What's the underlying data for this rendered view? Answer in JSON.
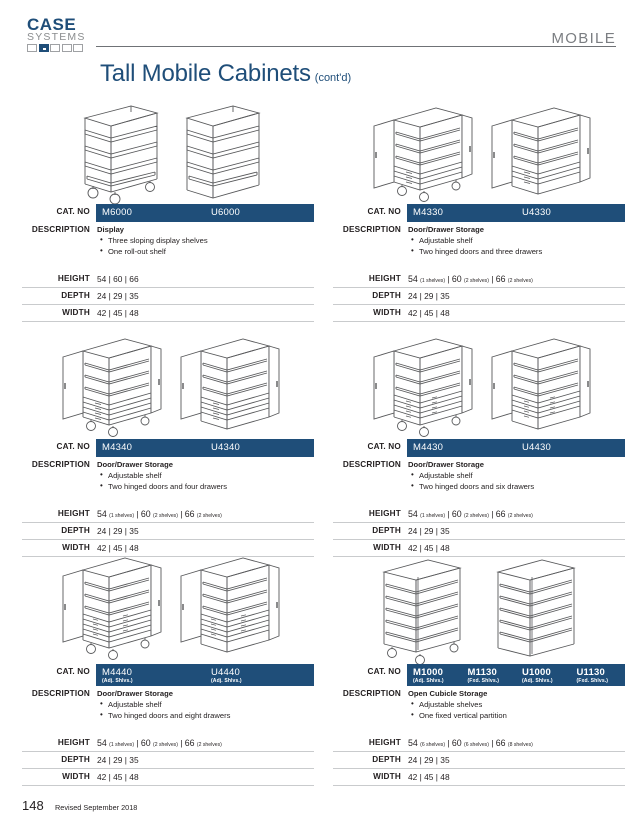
{
  "brand": {
    "name_top": "CASE",
    "name_bottom": "SYSTEMS"
  },
  "header": {
    "category_label": "MOBILE"
  },
  "title": {
    "main": "Tall Mobile Cabinets",
    "continued": "(cont'd)"
  },
  "labels": {
    "cat_no": "CAT. NO",
    "description": "DESCRIPTION",
    "height": "HEIGHT",
    "depth": "DEPTH",
    "width": "WIDTH"
  },
  "blocks": [
    {
      "id": "m6000",
      "cat_numbers": [
        {
          "code": "M6000",
          "note": ""
        },
        {
          "code": "U6000",
          "note": ""
        }
      ],
      "description_title": "Display",
      "description_bullets": [
        "Three sloping display shelves",
        "One roll-out shelf"
      ],
      "height": "54 | 60 | 66",
      "height_parts": [
        {
          "value": "54",
          "note": ""
        },
        {
          "value": "60",
          "note": ""
        },
        {
          "value": "66",
          "note": ""
        }
      ],
      "depth": "24 | 29 | 35",
      "width": "42 | 45 | 48",
      "art": "sloping-shelf-cabinet"
    },
    {
      "id": "m4330",
      "cat_numbers": [
        {
          "code": "M4330",
          "note": ""
        },
        {
          "code": "U4330",
          "note": ""
        }
      ],
      "description_title": "Door/Drawer Storage",
      "description_bullets": [
        "Adjustable shelf",
        "Two hinged doors and three drawers"
      ],
      "height": "54 (1 shelves) | 60 (2 shelves) | 66 (2 shelves)",
      "height_parts": [
        {
          "value": "54",
          "note": "(1 shelves)"
        },
        {
          "value": "60",
          "note": "(2 shelves)"
        },
        {
          "value": "66",
          "note": "(2 shelves)"
        }
      ],
      "depth": "24 | 29 | 35",
      "width": "42 | 45 | 48",
      "art": "door-drawer-cabinet-3"
    },
    {
      "id": "m4340",
      "cat_numbers": [
        {
          "code": "M4340",
          "note": ""
        },
        {
          "code": "U4340",
          "note": ""
        }
      ],
      "description_title": "Door/Drawer Storage",
      "description_bullets": [
        "Adjustable shelf",
        "Two hinged doors and four drawers"
      ],
      "height": "54 (1 shelves) | 60 (2 shelves) | 66 (2 shelves)",
      "height_parts": [
        {
          "value": "54",
          "note": "(1 shelves)"
        },
        {
          "value": "60",
          "note": "(2 shelves)"
        },
        {
          "value": "66",
          "note": "(2 shelves)"
        }
      ],
      "depth": "24 | 29 | 35",
      "width": "42 | 45 | 48",
      "art": "door-drawer-cabinet-4"
    },
    {
      "id": "m4430",
      "cat_numbers": [
        {
          "code": "M4430",
          "note": ""
        },
        {
          "code": "U4430",
          "note": ""
        }
      ],
      "description_title": "Door/Drawer Storage",
      "description_bullets": [
        "Adjustable shelf",
        "Two hinged doors and six drawers"
      ],
      "height": "54 (1 shelves) | 60 (2 shelves) | 66 (2 shelves)",
      "height_parts": [
        {
          "value": "54",
          "note": "(1 shelves)"
        },
        {
          "value": "60",
          "note": "(2 shelves)"
        },
        {
          "value": "66",
          "note": "(2 shelves)"
        }
      ],
      "depth": "24 | 29 | 35",
      "width": "42 | 45 | 48",
      "art": "door-drawer-cabinet-6"
    },
    {
      "id": "m4440",
      "cat_numbers": [
        {
          "code": "M4440",
          "note": "(Adj. Shlvs.)"
        },
        {
          "code": "U4440",
          "note": "(Adj. Shlvs.)"
        }
      ],
      "description_title": "Door/Drawer Storage",
      "description_bullets": [
        "Adjustable shelf",
        "Two hinged doors and eight drawers"
      ],
      "height": "54 (1 shelves) | 60 (2 shelves) | 66 (2 shelves)",
      "height_parts": [
        {
          "value": "54",
          "note": "(1 shelves)"
        },
        {
          "value": "60",
          "note": "(2 shelves)"
        },
        {
          "value": "66",
          "note": "(2 shelves)"
        }
      ],
      "depth": "24 | 29 | 35",
      "width": "42 | 45 | 48",
      "art": "door-drawer-cabinet-8"
    },
    {
      "id": "m1000",
      "cat_numbers": [
        {
          "code": "M1000",
          "note": "(Adj. Shlvs.)"
        },
        {
          "code": "M1130",
          "note": "(Fxd. Shlvs.)"
        },
        {
          "code": "U1000",
          "note": "(Adj. Shlvs.)"
        },
        {
          "code": "U1130",
          "note": "(Fxd. Shlvs.)"
        }
      ],
      "description_title": "Open Cubicle Storage",
      "description_bullets": [
        "Adjustable shelves",
        "One fixed vertical partition"
      ],
      "height": "54 (6 shelves) | 60 (6 shelves) | 66 (8 shelves)",
      "height_parts": [
        {
          "value": "54",
          "note": "(6 shelves)"
        },
        {
          "value": "60",
          "note": "(6 shelves)"
        },
        {
          "value": "66",
          "note": "(8 shelves)"
        }
      ],
      "depth": "24 | 29 | 35",
      "width": "42 | 45 | 48",
      "art": "open-cubicle-cabinet"
    }
  ],
  "footer": {
    "page_number": "148",
    "revision": "Revised September 2018"
  },
  "colors": {
    "brand_navy": "#1f4e79",
    "header_gray": "#7b7e82",
    "rule_gray": "#c9cbcd"
  }
}
